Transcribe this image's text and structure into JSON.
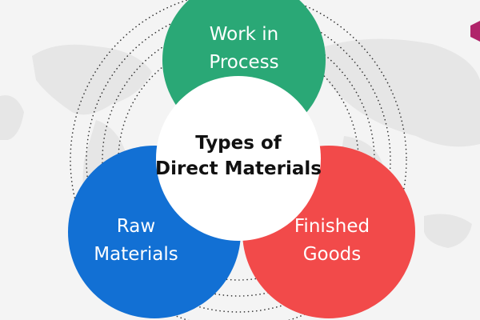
{
  "diagram": {
    "center": {
      "line1": "Types of",
      "line2": "Direct Materials",
      "color": "#ffffff"
    },
    "nodes": [
      {
        "id": "work-in-process",
        "line1": "Work in",
        "line2": "Process",
        "color": "#2aa876"
      },
      {
        "id": "raw-materials",
        "line1": "Raw",
        "line2": "Materials",
        "color": "#1270d4"
      },
      {
        "id": "finished-goods",
        "line1": "Finished",
        "line2": "Goods",
        "color": "#f24a4a"
      }
    ],
    "background_color": "#f4f4f4",
    "map_color": "#e6e6e6",
    "dots_color": "#333333"
  },
  "brand": {
    "logo_color": "#b0246a"
  }
}
